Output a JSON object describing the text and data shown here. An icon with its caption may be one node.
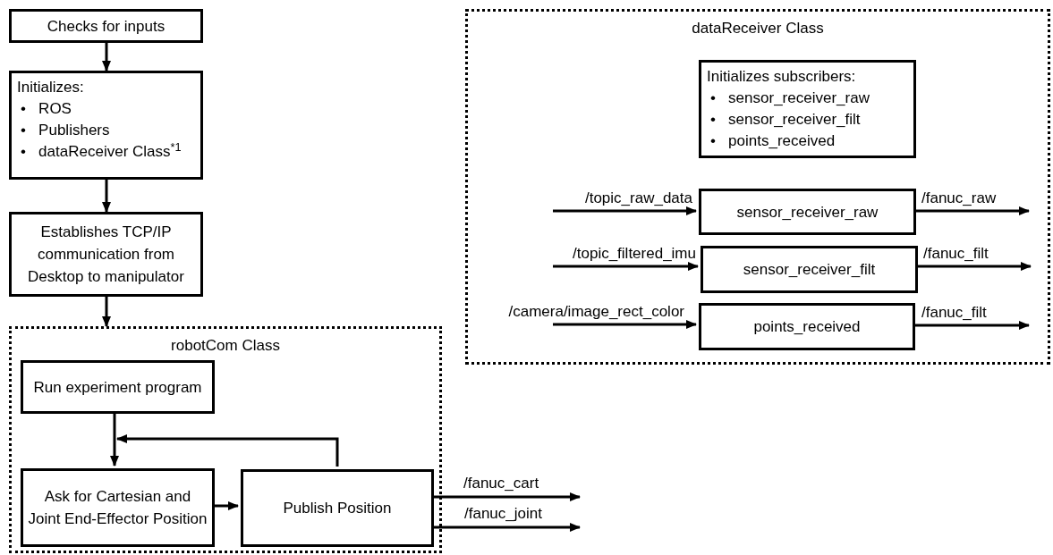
{
  "diagram": {
    "nodes": [
      {
        "text": [
          "Checks for inputs"
        ]
      },
      {
        "text": [
          "Initializes:",
          "•   ROS",
          "•   Publishers",
          "•   dataReceiver Class$^{*1}$"
        ]
      },
      {
        "text": [
          "Establishes TCP/IP communication from Desktop to manipulator"
        ]
      },
      {
        "text": [
          "robotCom Class"
        ]
      },
      {
        "text": [
          "Run experiment program"
        ],
        "in": 3
      },
      {
        "text": [
          "Ask for Cartesian and Joint End-Effector Position"
        ],
        "in": 3
      },
      {
        "text": [
          "Publish Position"
        ],
        "in": 3
      },
      {
        "text": [
          "dataReceiver Class"
        ]
      },
      {
        "text": [
          "Initializes subscribers:",
          "•   sensor_receiver_raw",
          "•   sensor_receiver_filt",
          "•   points_received"
        ],
        "in": 7
      },
      {
        "text": [
          "sensor_receiver_raw"
        ],
        "in": 7
      },
      {
        "text": [
          "sensor_receiver_filt"
        ],
        "in": 7
      },
      {
        "text": [
          "points_received"
        ],
        "in": 7
      }
    ],
    "edges": [
      {
        "from": 0,
        "to": 1,
        "arrow": "to"
      },
      {
        "from": 1,
        "to": 2,
        "arrow": "to"
      },
      {
        "from": 2,
        "to": 3,
        "arrow": "to"
      },
      {
        "from": 4,
        "to": 5,
        "arrow": "to"
      },
      {
        "from": 6,
        "to": 5,
        "arrow": "to"
      },
      {
        "from": 5,
        "to": 6,
        "arrow": "to"
      },
      {
        "from": 6,
        "to": null,
        "arrow": "to",
        "label": "/fanuc_cart"
      },
      {
        "from": 6,
        "to": null,
        "arrow": "to",
        "label": "/fanuc_joint"
      },
      {
        "from": null,
        "to": 9,
        "arrow": "to",
        "label": "/topic_raw_data"
      },
      {
        "from": null,
        "to": 10,
        "arrow": "to",
        "label": "/topic_filtered_imu"
      },
      {
        "from": null,
        "to": 11,
        "arrow": "to",
        "label": "/camera/image_rect_color"
      },
      {
        "from": 9,
        "to": null,
        "arrow": "to",
        "label": "/fanuc_raw"
      },
      {
        "from": 10,
        "to": null,
        "arrow": "to",
        "label": "/fanuc_filt"
      },
      {
        "from": 11,
        "to": null,
        "arrow": "to",
        "label": "/fanuc_filt"
      }
    ]
  }
}
